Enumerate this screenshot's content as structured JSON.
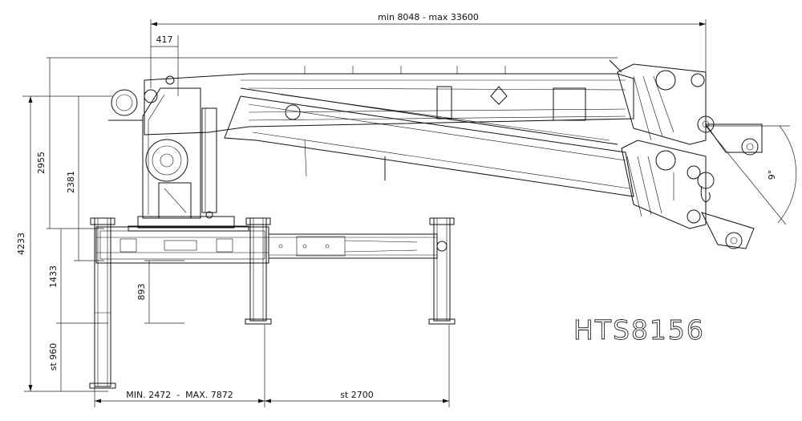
{
  "model": "HTS8156",
  "dimensions": {
    "reach": "min 8048 - max 33600",
    "offset_top": "417",
    "height_total": "4233",
    "height_column": "2955",
    "height_base": "2381",
    "height_outrigger": "1433",
    "height_frame": "893",
    "stroke_vertical": "st 960",
    "outrigger_span": "MIN. 2472  -  MAX. 7872",
    "stroke_horizontal": "st 2700",
    "angle": "9°"
  }
}
